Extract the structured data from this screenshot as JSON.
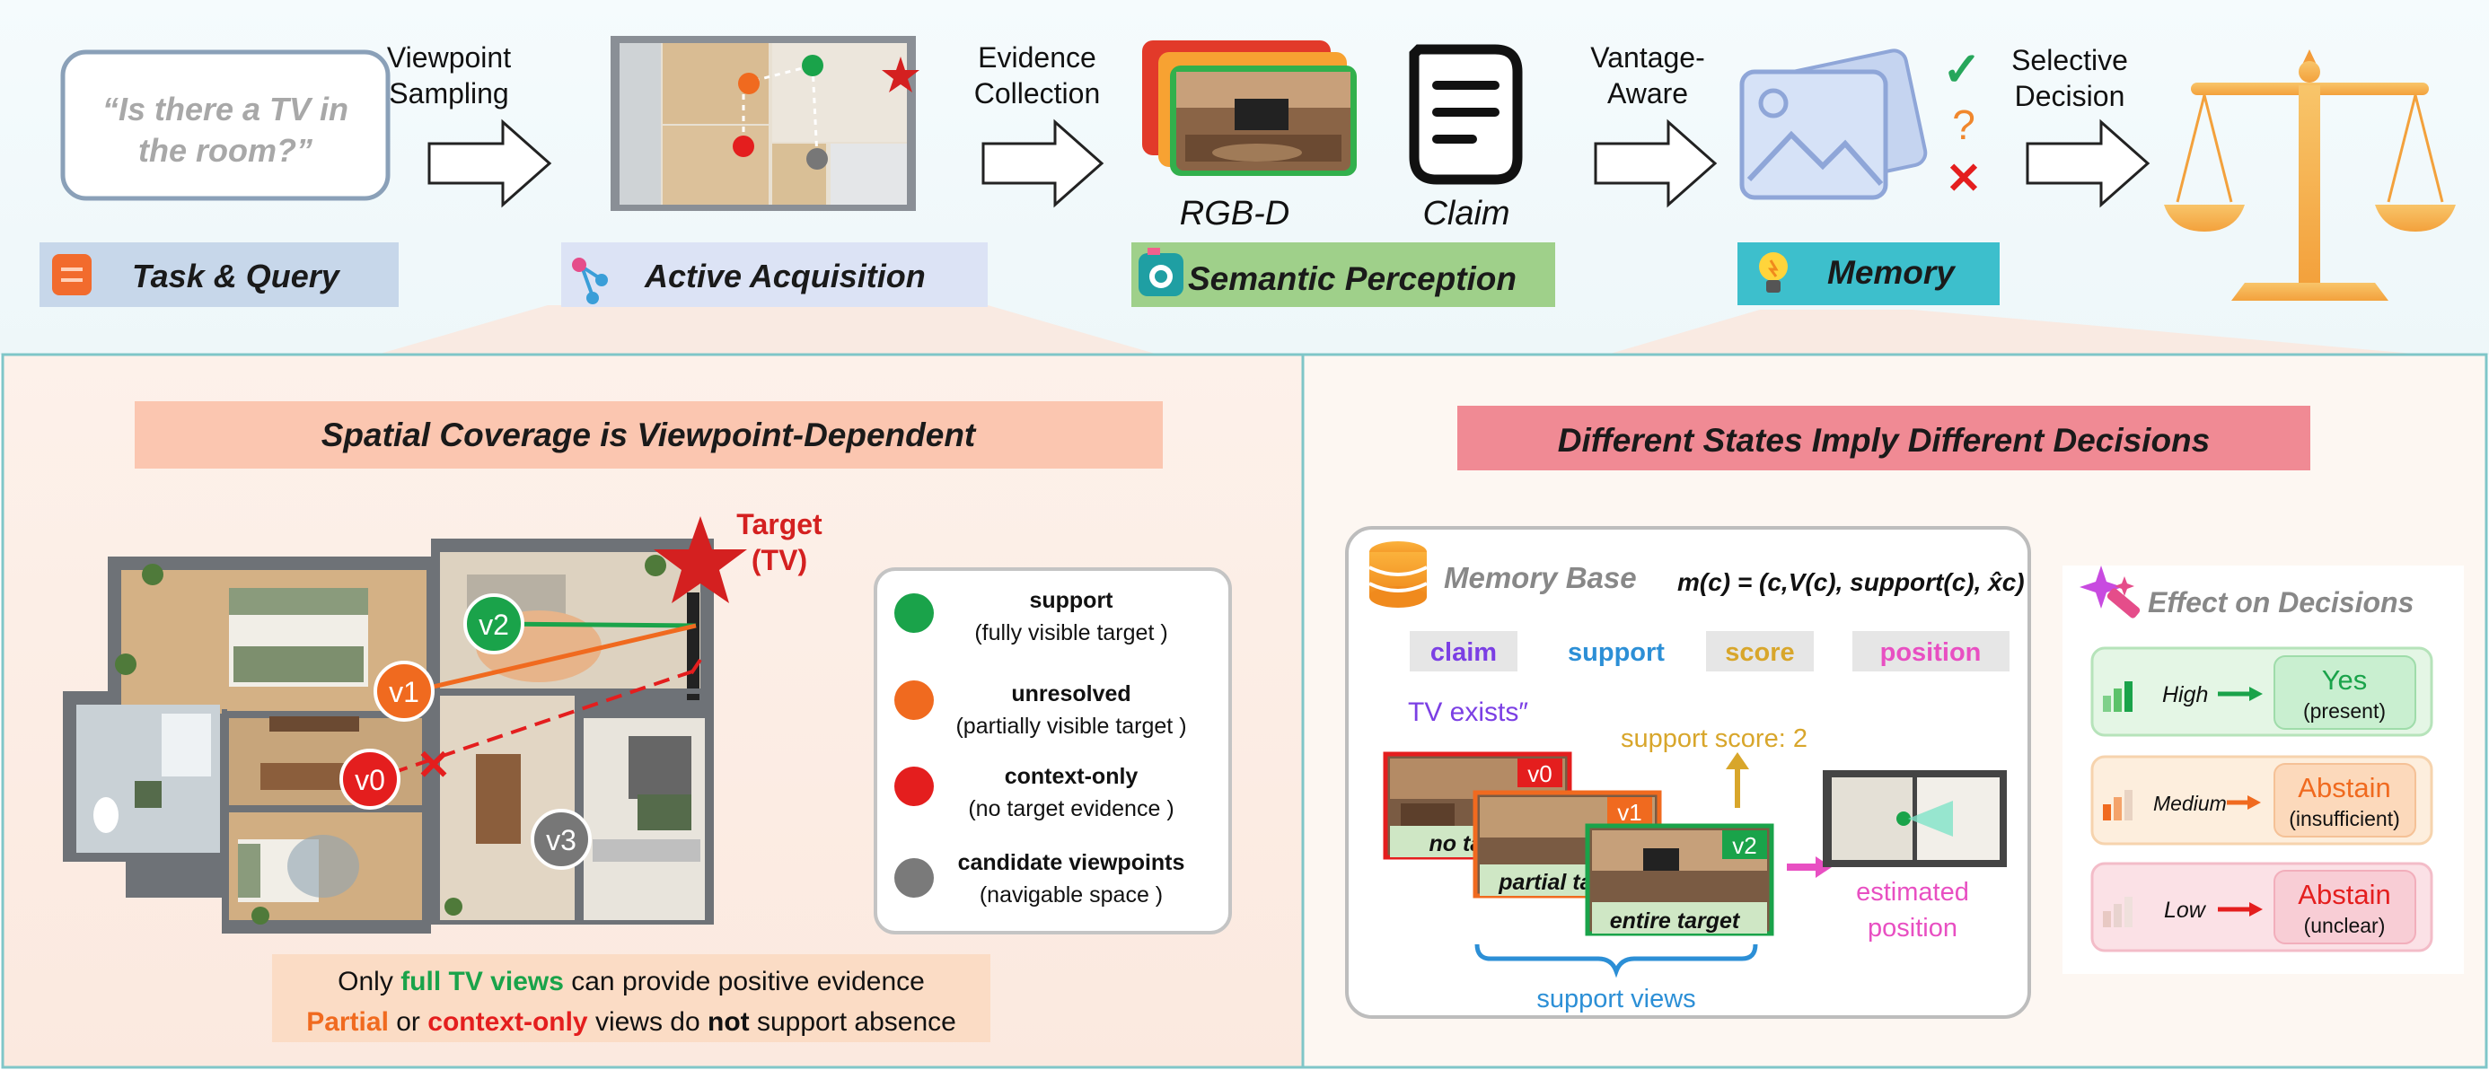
{
  "top": {
    "query_text": "“Is there a TV in the room?”",
    "arrow_labels": {
      "viewpoint_sampling": [
        "Viewpoint",
        "Sampling"
      ],
      "evidence_collection": [
        "Evidence",
        "Collection"
      ],
      "vantage_aware": [
        "Vantage-",
        "Aware"
      ],
      "selective_decision": [
        "Selective",
        "Decision"
      ]
    },
    "rgbd_label": "RGB-D",
    "claim_label": "Claim",
    "decision_marks": {
      "check": "✓",
      "question": "?",
      "cross": "✕"
    },
    "stages": {
      "task_query": "Task & Query",
      "active_acquisition": "Active Acquisition",
      "semantic_perception": "Semantic Perception",
      "memory": "Memory"
    }
  },
  "left_panel": {
    "title": "Spatial Coverage is Viewpoint-Dependent",
    "target_label": [
      "Target",
      "(TV)"
    ],
    "viewpoints": [
      "v0",
      "v1",
      "v2",
      "v3"
    ],
    "legend": [
      {
        "title": "support",
        "desc": "(fully visible target )",
        "color": "#1aa34a"
      },
      {
        "title": "unresolved",
        "desc": "(partially visible target )",
        "color": "#f06a1f"
      },
      {
        "title": "context-only",
        "desc": "(no target evidence )",
        "color": "#e41e1e"
      },
      {
        "title": "candidate viewpoints",
        "desc": "(navigable space )",
        "color": "#7a7a7a"
      }
    ],
    "note_line1": {
      "pre": "Only ",
      "highlight": "full TV views",
      "post": " can provide positive evidence"
    },
    "note_line2": {
      "a": "Partial",
      "b": " or ",
      "c": "context-only",
      "d": " views do ",
      "e": "not",
      "f": " support absence"
    }
  },
  "right_panel": {
    "title": "Different States Imply Different Decisions",
    "memory_base": "Memory Base",
    "formula": "m(c) = (c,V(c), support(c), x̂c)",
    "fields": [
      "claim",
      "support",
      "score",
      "position"
    ],
    "tv_exists": "TV exists″",
    "support_score": "support score: 2",
    "views": [
      {
        "tag": "v0",
        "label": "no target"
      },
      {
        "tag": "v1",
        "label": "partial target"
      },
      {
        "tag": "v2",
        "label": "entire target"
      }
    ],
    "support_views": "support views",
    "estimated_position": [
      "estimated",
      "position"
    ],
    "effect_title": "Effect on Decisions",
    "decisions": [
      {
        "level": "High",
        "answer": "Yes",
        "sub": "(present)"
      },
      {
        "level": "Medium",
        "answer": "Abstain",
        "sub": "(insufficient)"
      },
      {
        "level": "Low",
        "answer": "Abstain",
        "sub": "(unclear)"
      }
    ]
  }
}
